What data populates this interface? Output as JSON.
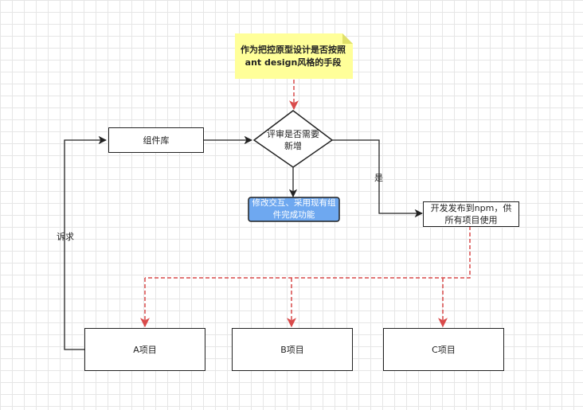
{
  "nodes": {
    "note": {
      "text": "作为把控原型设计是否按照ant design风格的手段",
      "fill": "#ffff99"
    },
    "component_lib": {
      "text": "组件库"
    },
    "review": {
      "text": "评审是否需要新增"
    },
    "modify": {
      "text": "修改交互、采用现有组件完成功能",
      "fill": "#6ea8f0"
    },
    "publish": {
      "text": "开发发布到npm，供所有项目使用"
    },
    "project_a": {
      "text": "A项目"
    },
    "project_b": {
      "text": "B项目"
    },
    "project_c": {
      "text": "C项目"
    }
  },
  "edge_labels": {
    "yes": "是",
    "request": "诉求"
  },
  "colors": {
    "solid_edge": "#222222",
    "dashed_edge": "#d94a4a",
    "grid": "#e6e6e6"
  }
}
